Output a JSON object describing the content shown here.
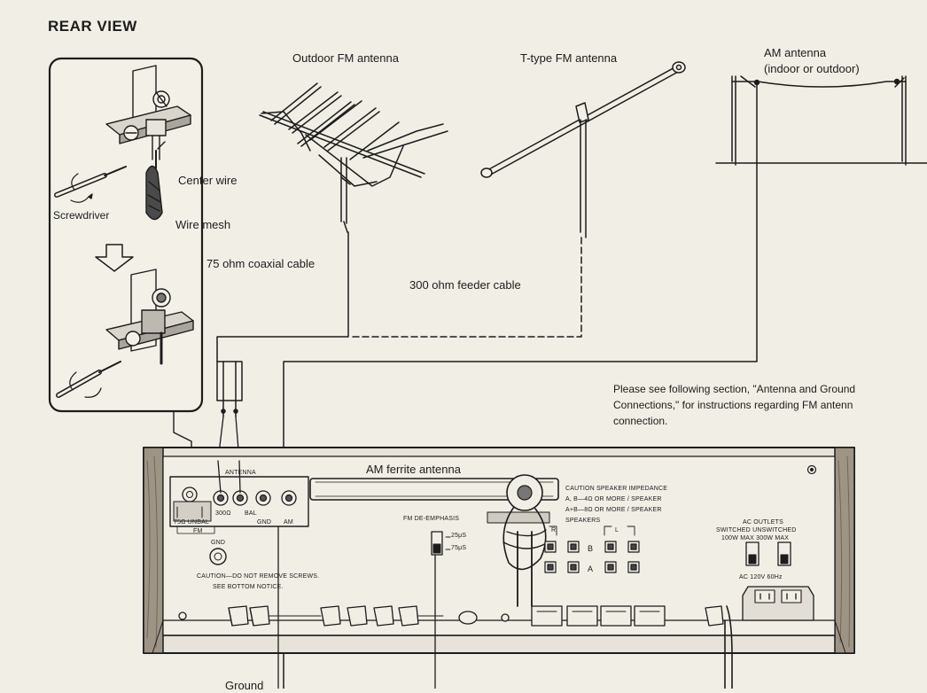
{
  "title": "REAR VIEW",
  "inset": {
    "center_wire": "Center wire",
    "screwdriver": "Screwdriver",
    "wire_mesh": "Wire mesh"
  },
  "antennas": {
    "outdoor_fm": "Outdoor FM antenna",
    "t_type_fm": "T-type FM antenna",
    "am_line1": "AM antenna",
    "am_line2": "(indoor or outdoor)"
  },
  "cables": {
    "coax": "75 ohm coaxial cable",
    "feeder": "300 ohm feeder cable"
  },
  "note": {
    "line1": "Please see following section, \"Antenna and Ground",
    "line2": "Connections,\" for instructions regarding FM antenn",
    "line3": "connection."
  },
  "panel": {
    "am_ferrite": "AM ferrite antenna",
    "antenna_label": "ANTENNA",
    "ohm300": "300Ω",
    "bal": "BAL",
    "gnd": "GND",
    "am": "AM",
    "ohm75_unbal": "75Ω UNBAL",
    "fm": "FM",
    "gnd_terminal": "GND",
    "caution1": "CAUTION—DO NOT REMOVE SCREWS.",
    "caution2": "SEE BOTTOM NOTICE.",
    "fm_deemphasis": "FM DE-EMPHASIS",
    "us25": "25μS",
    "us75": "75μS",
    "spk_caution": "CAUTION SPEAKER IMPEDANCE",
    "spk_line1": "A, B—4Ω OR MORE / SPEAKER",
    "spk_line2": "A+B—8Ω OR MORE / SPEAKER",
    "speakers": "SPEAKERS",
    "r": "R",
    "l": "L",
    "b": "B",
    "a": "A",
    "ac_outlets": "AC OUTLETS",
    "switched_unswitched": "SWITCHED  UNSWITCHED",
    "max_ratings": "100W MAX  300W MAX",
    "ac_power": "AC 120V 60Hz"
  },
  "bottom_partial": "Ground"
}
